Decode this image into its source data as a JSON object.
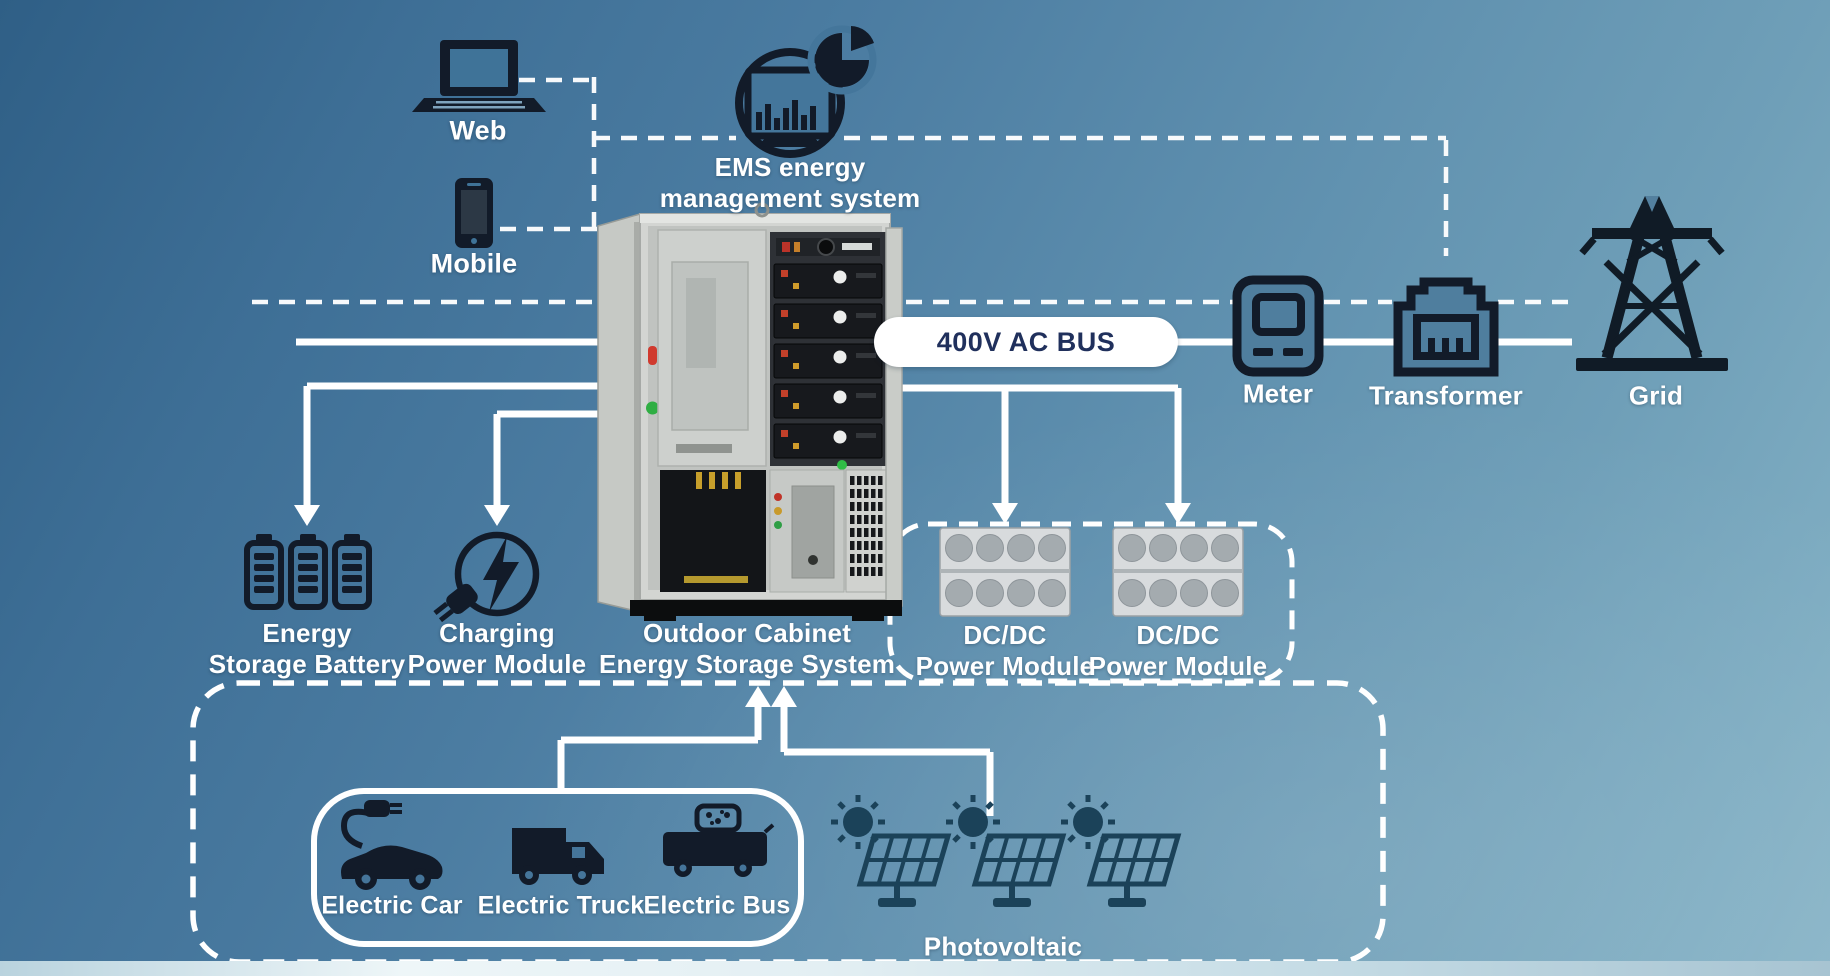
{
  "colors": {
    "background_top": "#2f5f86",
    "background_bottom": "#8ab5c8",
    "connector_line": "#ffffff",
    "icon_dark": "#121b29",
    "photovoltaic_icon": "#1b4259",
    "ac_bus_pill_bg": "#ffffff",
    "ac_bus_pill_text": "#20305c",
    "dcdc_module_body": "#d8dbdd",
    "dcdc_module_fan": "#a4abaf",
    "cabinet_shell": "#d3d5d2",
    "battery_module": "#17191d"
  },
  "icons": {
    "web": "laptop-icon",
    "mobile": "smartphone-icon",
    "ems": "analytics-monitor-icon",
    "meter": "meter-icon",
    "transformer": "transformer-icon",
    "grid": "transmission-tower-icon",
    "energy_storage_battery": "batteries-icon",
    "charging_power_module": "plug-lightning-icon",
    "outdoor_cabinet": "storage-cabinet-image",
    "dcdc_power_module": "fan-module-icon",
    "electric_car": "car-icon",
    "electric_truck": "truck-icon",
    "electric_bus": "bus-icon",
    "photovoltaic": "solar-panel-icon"
  },
  "nodes": {
    "web": {
      "label": "Web"
    },
    "mobile": {
      "label": "Mobile"
    },
    "ems": {
      "line1": "EMS energy",
      "line2": "management system"
    },
    "ac_bus": {
      "label": "400V AC BUS"
    },
    "meter": {
      "label": "Meter"
    },
    "transformer": {
      "label": "Transformer"
    },
    "grid": {
      "label": "Grid"
    },
    "energy_storage_battery": {
      "line1": "Energy",
      "line2": "Storage Battery"
    },
    "charging_power_module": {
      "line1": "Charging",
      "line2": "Power Module"
    },
    "outdoor_cabinet": {
      "line1": "Outdoor Cabinet",
      "line2": "Energy Storage System"
    },
    "dcdc_module_left": {
      "line1": "DC/DC",
      "line2": "Power Module"
    },
    "dcdc_module_right": {
      "line1": "DC/DC",
      "line2": "Power Module"
    },
    "electric_car": {
      "label": "Electric Car"
    },
    "electric_truck": {
      "label": "Electric Truck"
    },
    "electric_bus": {
      "label": "Electric Bus"
    },
    "photovoltaic": {
      "label": "Photovoltaic"
    }
  }
}
